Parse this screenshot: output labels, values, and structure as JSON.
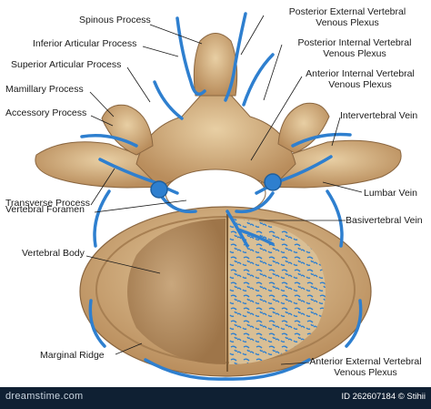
{
  "colors": {
    "bone": "#d8b98a",
    "bone_dark": "#a77f52",
    "marrow": "#c9a47a",
    "vein": "#2e7fcf",
    "vein_dark": "#1f5f9e",
    "footer_bg": "#0f2033"
  },
  "labels": {
    "spinous_process": "Spinous Process",
    "inferior_articular_process": "Inferior Articular Process",
    "superior_articular_process": "Superior Articular Process",
    "mamillary_process": "Mamillary Process",
    "accessory_process": "Accessory Process",
    "transverse_process": "Transverse Process",
    "vertebral_foramen": "Vertebral Foramen",
    "vertebral_body": "Vertebral Body",
    "marginal_ridge": "Marginal Ridge",
    "posterior_external_line1": "Posterior External Vertebral",
    "posterior_external_line2": "Venous Plexus",
    "posterior_internal_line1": "Posterior Internal Vertebral",
    "posterior_internal_line2": "Venous Plexus",
    "anterior_internal_line1": "Anterior Internal Vertebral",
    "anterior_internal_line2": "Venous Plexus",
    "intervertebral_vein": "Intervertebral Vein",
    "lumbar_vein": "Lumbar Vein",
    "basivertebral_vein": "Basivertebral Vein",
    "anterior_external_line1": "Anterior External Vertebral",
    "anterior_external_line2": "Venous Plexus"
  },
  "footer": {
    "brand": "dreamstime.com",
    "image_id": "ID 262607184 © Stihii"
  }
}
